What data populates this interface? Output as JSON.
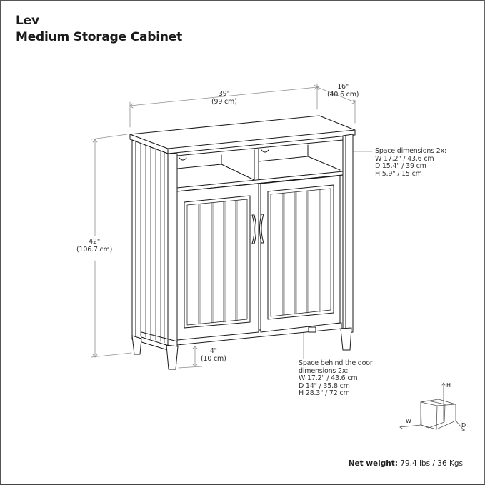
{
  "header": {
    "brand": "Lev",
    "product": "Medium Storage Cabinet"
  },
  "dimensions": {
    "width": {
      "imperial": "39\"",
      "metric": "(99 cm)"
    },
    "depth": {
      "imperial": "16\"",
      "metric": "(40.6 cm)"
    },
    "height": {
      "imperial": "42\"",
      "metric": "(106.7 cm)"
    },
    "leg_clearance": {
      "imperial": "4\"",
      "metric": "(10 cm)"
    }
  },
  "annotations": {
    "open_shelf": {
      "title": "Space dimensions 2x:",
      "lines": [
        "W 17.2\" / 43.6 cm",
        "D 15.4\" / 39 cm",
        "H 5.9\" / 15 cm"
      ]
    },
    "behind_door": {
      "title_line1": "Space behind the door",
      "title_line2": "dimensions 2x:",
      "lines": [
        "W 17.2\" / 43.6 cm",
        "D 14\" / 35.8 cm",
        "H 28.3\" / 72 cm"
      ]
    }
  },
  "axes_legend": {
    "h": "H",
    "w": "W",
    "d": "D"
  },
  "footer": {
    "weight_label": "Net weight:",
    "weight_value": " 79.4 lbs / 36 Kgs"
  },
  "colors": {
    "line": "#1a1a1a",
    "dim_line": "#8a8a8a",
    "text": "#1a1a1a"
  }
}
